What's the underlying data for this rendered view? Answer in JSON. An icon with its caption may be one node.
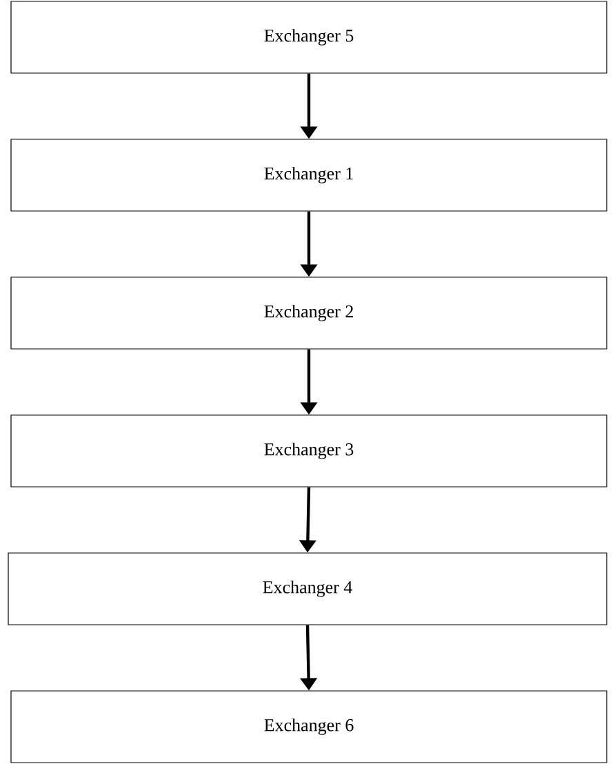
{
  "diagram": {
    "nodes": [
      {
        "text": [
          "Exchanger 5"
        ]
      },
      {
        "text": [
          "Exchanger 1"
        ]
      },
      {
        "text": [
          "Exchanger 2"
        ]
      },
      {
        "text": [
          "Exchanger 3"
        ]
      },
      {
        "text": [
          "Exchanger 4"
        ]
      },
      {
        "text": [
          "Exchanger 6"
        ]
      }
    ],
    "edges": [
      {
        "from": 0,
        "to": 1,
        "arrow": "to"
      },
      {
        "from": 1,
        "to": 2,
        "arrow": "to"
      },
      {
        "from": 2,
        "to": 3,
        "arrow": "to"
      },
      {
        "from": 3,
        "to": 4,
        "arrow": "to"
      },
      {
        "from": 4,
        "to": 5,
        "arrow": "to"
      }
    ]
  }
}
